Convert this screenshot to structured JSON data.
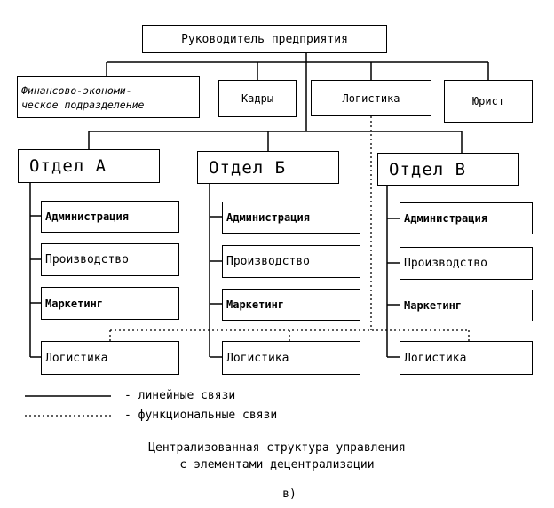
{
  "top": "Руководитель предприятия",
  "staff": {
    "finance_line1": "Финансово-экономи-",
    "finance_line2": "ческое подразделение",
    "hr": "Кадры",
    "logistics": "Логистика",
    "legal": "Юрист"
  },
  "departments": [
    {
      "name": "Отдел А",
      "units": [
        "Администрация",
        "Производство",
        "Маркетинг",
        "Логистика"
      ]
    },
    {
      "name": "Отдел Б",
      "units": [
        "Администрация",
        "Производство",
        "Маркетинг",
        "Логистика"
      ]
    },
    {
      "name": "Отдел В",
      "units": [
        "Администрация",
        "Производство",
        "Маркетинг",
        "Логистика"
      ]
    }
  ],
  "legend": {
    "solid": "- линейные связи",
    "dotted": "- функциональные связи"
  },
  "caption": {
    "line1": "Централизованная структура управления",
    "line2": "с элементами децентрализации",
    "label": "в)"
  }
}
